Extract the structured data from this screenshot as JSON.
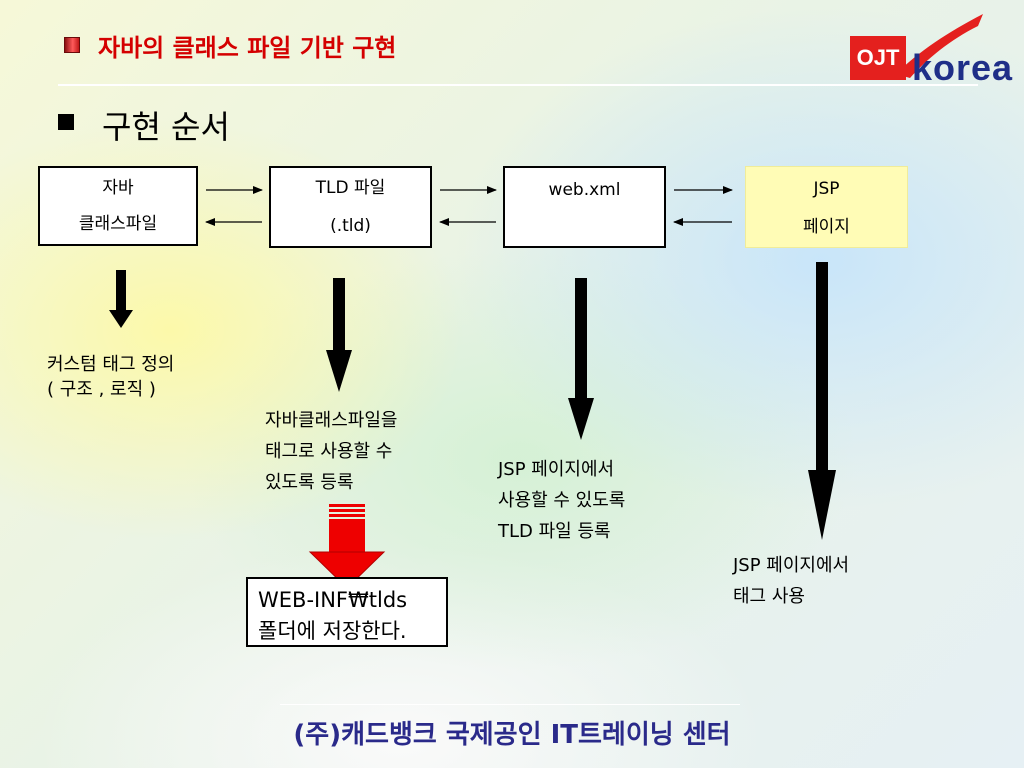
{
  "header": {
    "title": "자바의 클래스 파일 기반 구현",
    "logo_text_box": "OJT",
    "logo_text_word": "korea"
  },
  "subtitle": "구현 순서",
  "boxes": [
    {
      "line1": "자바",
      "line2": "클래스파일"
    },
    {
      "line1": "TLD 파일",
      "line2": "(.tld)"
    },
    {
      "line1": "web.xml",
      "line2": ""
    },
    {
      "line1": "JSP",
      "line2": "페이지"
    }
  ],
  "descriptions": {
    "java": [
      "커스텀 태그 정의",
      "( 구조 , 로직 )"
    ],
    "tld": [
      "자바클래스파일을",
      "태그로 사용할 수",
      "있도록 등록"
    ],
    "webxml": [
      "JSP 페이지에서",
      "사용할 수 있도록",
      "TLD 파일 등록"
    ],
    "jsp": [
      "JSP 페이지에서",
      "태그 사용"
    ]
  },
  "note": [
    "WEB-INF₩tlds",
    "폴더에 저장한다."
  ],
  "footer": "(주)캐드뱅크 국제공인 IT트레이닝 센터",
  "colors": {
    "title_red": "#d40000",
    "jsp_box": "#fffcb6",
    "down_arrow_red": "#ee0000",
    "footer_text": "#2a2a8a"
  }
}
